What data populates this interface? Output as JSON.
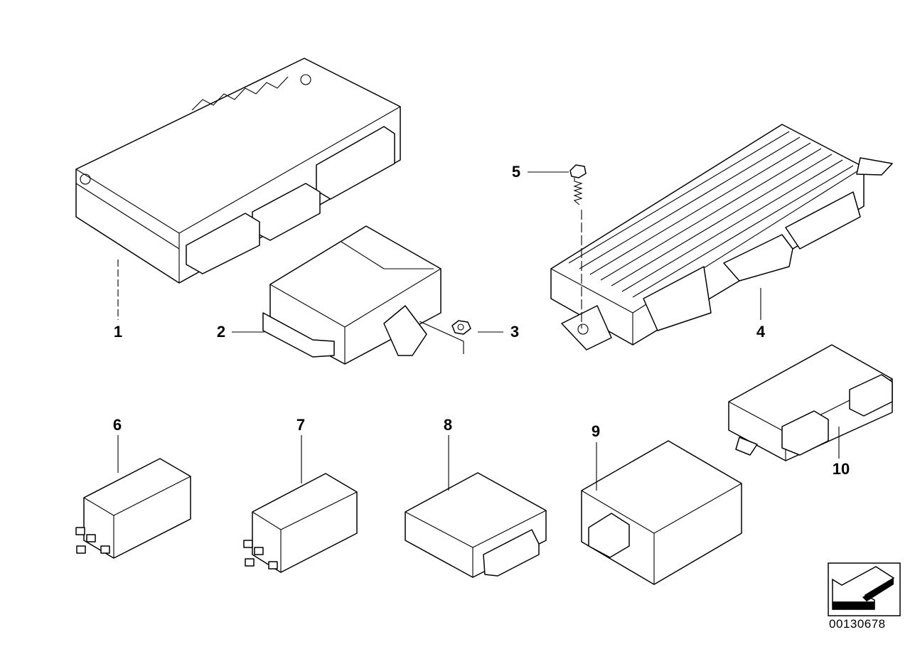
{
  "callouts": [
    "1",
    "2",
    "3",
    "4",
    "5",
    "6",
    "7",
    "8",
    "9",
    "10"
  ],
  "diagram_code": "00130678",
  "nav_icon": "arrow-back-icon"
}
